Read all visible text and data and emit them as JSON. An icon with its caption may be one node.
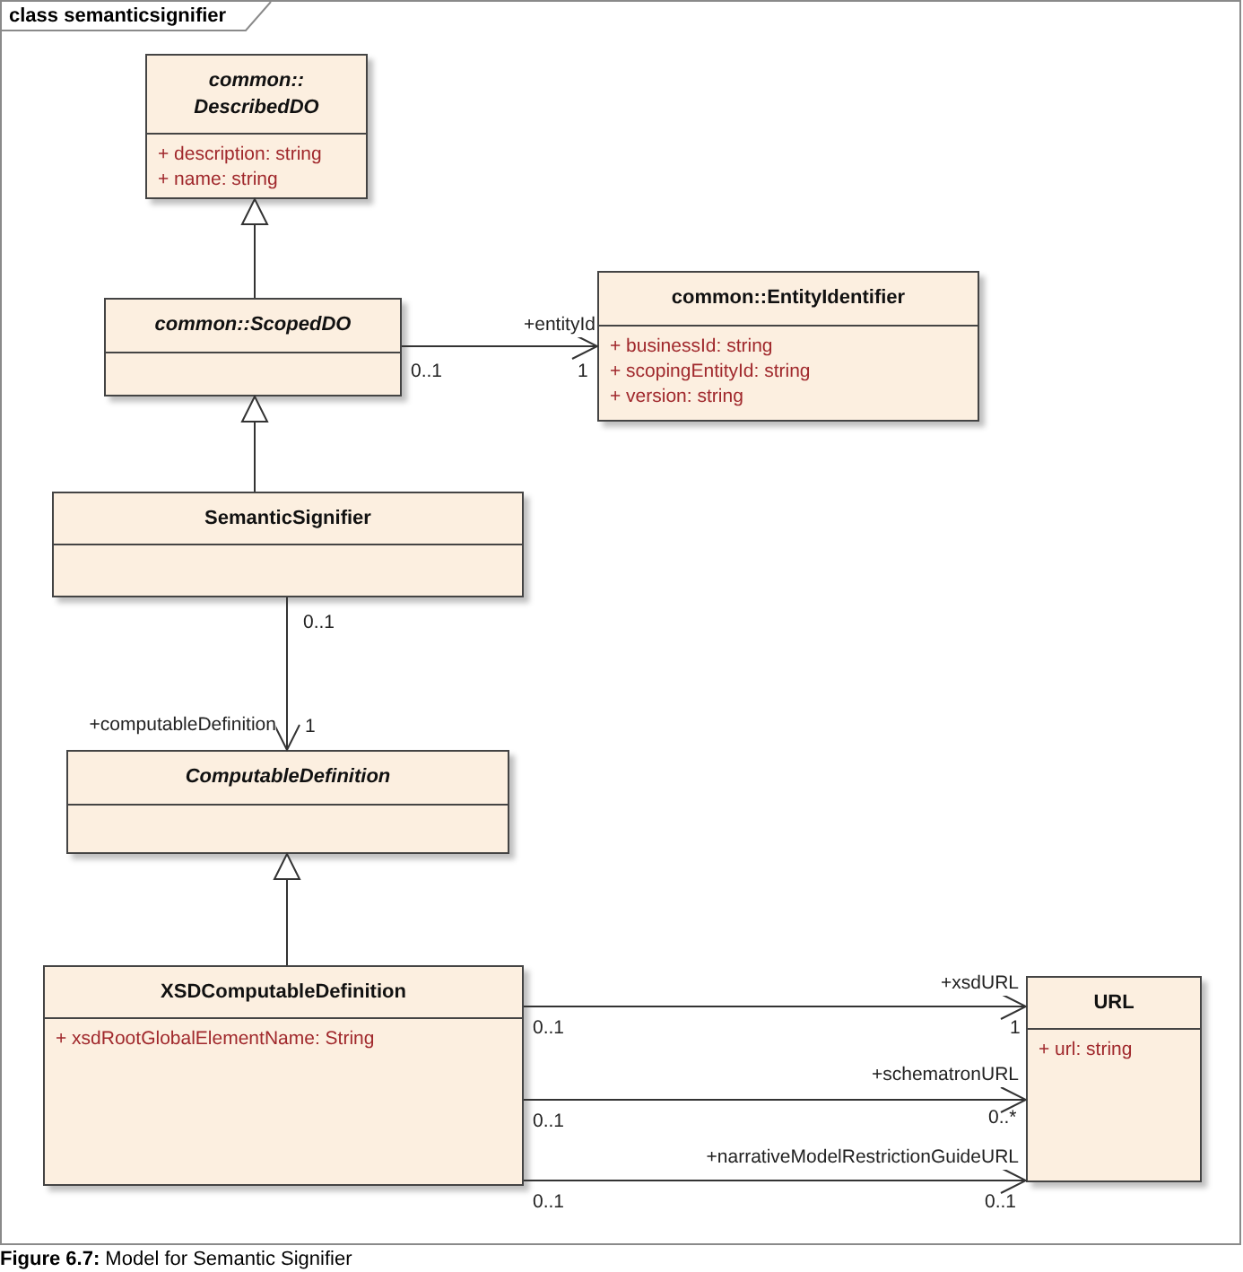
{
  "diagram": {
    "title": "class semanticsignifier",
    "caption": "**Figure 6.7:** Model for Semantic Signifier",
    "nodes": [
      {
        "text": [],
        "shape": "box"
      },
      {
        "text": [
          "common:: DescribedDO",
          "+ description: string",
          "+ name: string"
        ],
        "in": 0
      },
      {
        "text": [
          "common::ScopedDO"
        ],
        "in": 0
      },
      {
        "text": [
          "common::EntityIdentifier",
          "+ businessId: string",
          "+ scopingEntityId: string",
          "+ version: string"
        ],
        "in": 0
      },
      {
        "text": [
          "SemanticSignifier"
        ],
        "in": 0
      },
      {
        "text": [
          "ComputableDefinition"
        ],
        "in": 0
      },
      {
        "text": [
          "XSDComputableDefinition",
          "+ xsdRootGlobalElementName: String"
        ],
        "in": 0
      },
      {
        "text": [
          "URL",
          "+ url: string"
        ],
        "in": 0
      }
    ],
    "edges": [
      {
        "from": 2,
        "to": 1,
        "arrow": "to"
      },
      {
        "from": 4,
        "to": 2,
        "arrow": "to"
      },
      {
        "from": 2,
        "to": 3,
        "arrow": "to",
        "label": "+entityId"
      },
      {
        "from": 4,
        "to": 5,
        "arrow": "to",
        "label": "+computableDefinition"
      },
      {
        "from": 6,
        "to": 5,
        "arrow": "to"
      },
      {
        "from": 6,
        "to": 7,
        "arrow": "to",
        "label": "+xsdURL"
      },
      {
        "from": 6,
        "to": 7,
        "arrow": "to",
        "label": "+schematronURL"
      },
      {
        "from": 6,
        "to": 7,
        "arrow": "to",
        "label": "+narrativeModelRestrictionGuideURL"
      }
    ],
    "labels": [
      "0..1",
      "1",
      "0..1",
      "1",
      "0..1",
      "1",
      "0..1",
      "0..*",
      "0..1",
      "0..1"
    ]
  }
}
